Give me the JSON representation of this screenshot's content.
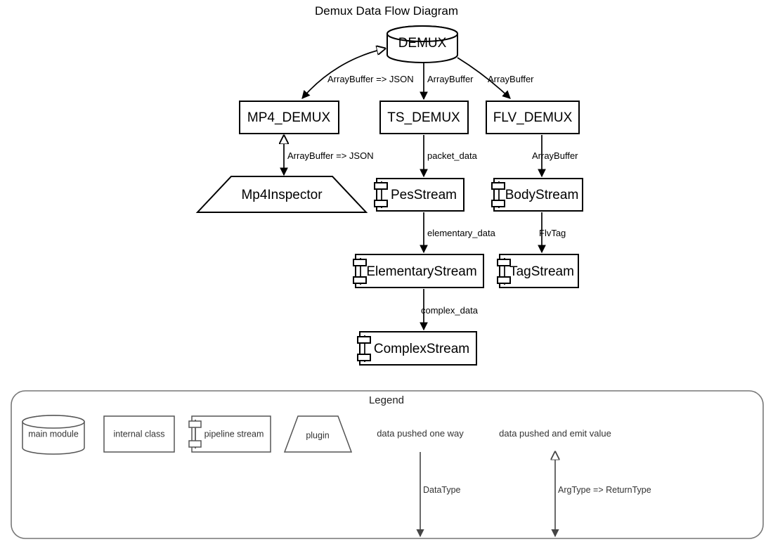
{
  "diagram": {
    "title": "Demux Data Flow Diagram",
    "nodes": {
      "demux": {
        "label": "DEMUX",
        "kind": "main module"
      },
      "mp4_demux": {
        "label": "MP4_DEMUX",
        "kind": "internal class"
      },
      "ts_demux": {
        "label": "TS_DEMUX",
        "kind": "internal class"
      },
      "flv_demux": {
        "label": "FLV_DEMUX",
        "kind": "internal class"
      },
      "mp4_inspector": {
        "label": "Mp4Inspector",
        "kind": "plugin"
      },
      "pes_stream": {
        "label": "PesStream",
        "kind": "pipeline stream"
      },
      "body_stream": {
        "label": "BodyStream",
        "kind": "pipeline stream"
      },
      "elementary_stream": {
        "label": "ElementaryStream",
        "kind": "pipeline stream"
      },
      "tag_stream": {
        "label": "TagStream",
        "kind": "pipeline stream"
      },
      "complex_stream": {
        "label": "ComplexStream",
        "kind": "pipeline stream"
      }
    },
    "edges": [
      {
        "from": "demux",
        "to": "mp4_demux",
        "label": "ArrayBuffer => JSON",
        "style": "two-way"
      },
      {
        "from": "demux",
        "to": "ts_demux",
        "label": "ArrayBuffer",
        "style": "one-way"
      },
      {
        "from": "demux",
        "to": "flv_demux",
        "label": "ArrayBuffer",
        "style": "one-way"
      },
      {
        "from": "mp4_demux",
        "to": "mp4_inspector",
        "label": "ArrayBuffer => JSON",
        "style": "two-way"
      },
      {
        "from": "ts_demux",
        "to": "pes_stream",
        "label": "packet_data",
        "style": "one-way"
      },
      {
        "from": "flv_demux",
        "to": "body_stream",
        "label": "ArrayBuffer",
        "style": "one-way"
      },
      {
        "from": "pes_stream",
        "to": "elementary_stream",
        "label": "elementary_data",
        "style": "one-way"
      },
      {
        "from": "body_stream",
        "to": "tag_stream",
        "label": "FlvTag",
        "style": "one-way"
      },
      {
        "from": "elementary_stream",
        "to": "complex_stream",
        "label": "complex_data",
        "style": "one-way"
      }
    ]
  },
  "legend": {
    "title": "Legend",
    "shapes": [
      {
        "label": "main module",
        "shape": "cylinder"
      },
      {
        "label": "internal class",
        "shape": "rectangle"
      },
      {
        "label": "pipeline stream",
        "shape": "component"
      },
      {
        "label": "plugin",
        "shape": "trapezoid"
      }
    ],
    "edges": [
      {
        "caption": "data pushed one way",
        "label": "DataType",
        "style": "one-way"
      },
      {
        "caption": "data pushed and emit value",
        "label": "ArgType => ReturnType",
        "style": "two-way"
      }
    ]
  },
  "colors": {
    "stroke": "#000000",
    "legend_stroke": "#555555",
    "frame_stroke": "#777777",
    "background": "#ffffff"
  }
}
